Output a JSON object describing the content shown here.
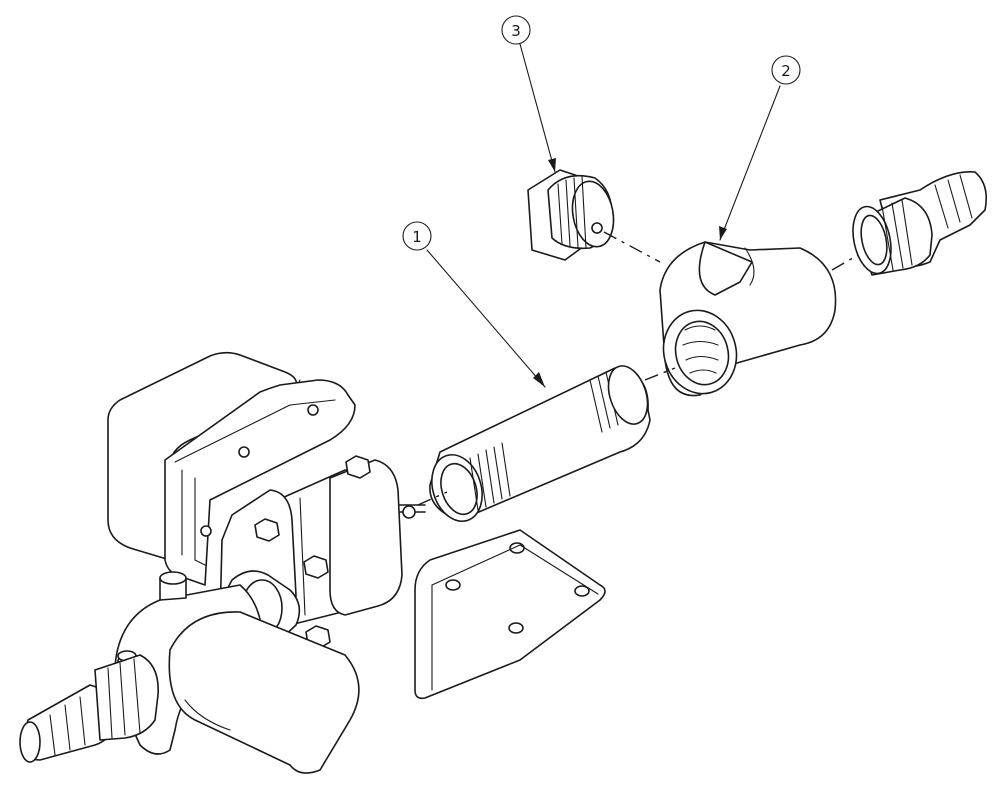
{
  "callouts": [
    {
      "id": "1",
      "label": "1",
      "part": "pipe-nipple"
    },
    {
      "id": "2",
      "label": "2",
      "part": "tee-fitting"
    },
    {
      "id": "3",
      "label": "3",
      "part": "plug"
    }
  ],
  "colors": {
    "line": "#1a1a1a",
    "background": "#ffffff"
  }
}
